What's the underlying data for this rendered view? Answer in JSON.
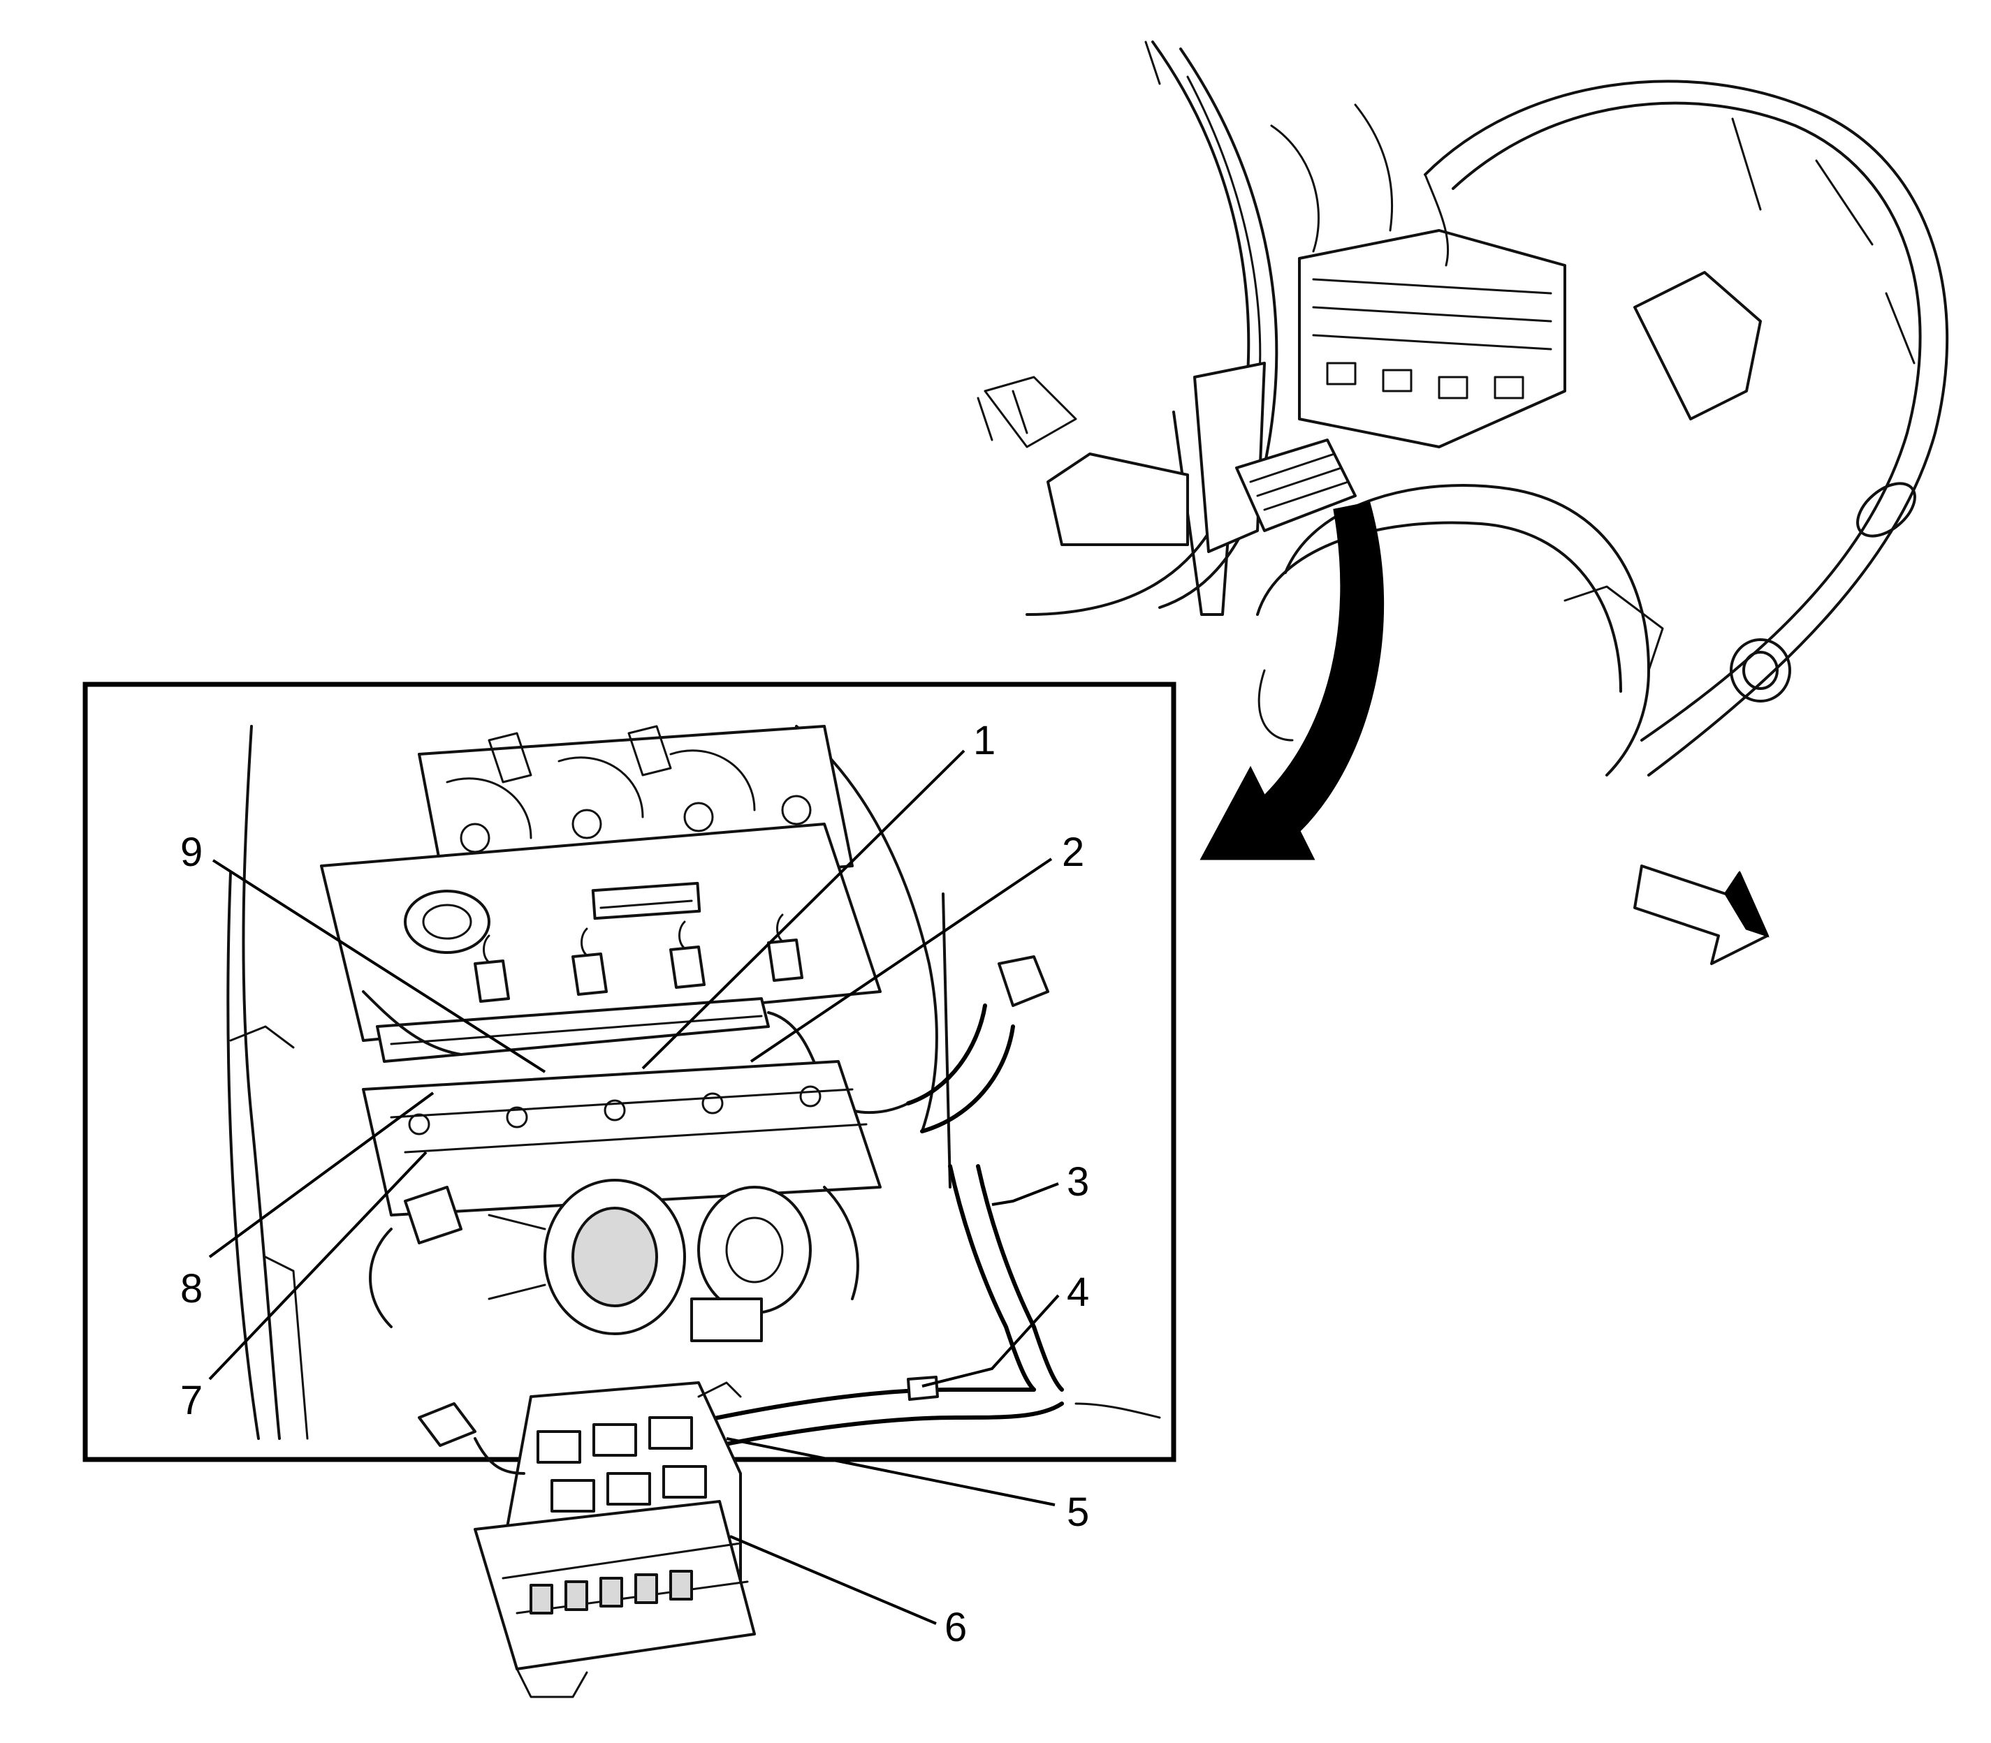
{
  "callouts": [
    {
      "id": "1",
      "label": "1"
    },
    {
      "id": "2",
      "label": "2"
    },
    {
      "id": "3",
      "label": "3"
    },
    {
      "id": "4",
      "label": "4"
    },
    {
      "id": "5",
      "label": "5"
    },
    {
      "id": "6",
      "label": "6"
    },
    {
      "id": "7",
      "label": "7"
    },
    {
      "id": "8",
      "label": "8"
    },
    {
      "id": "9",
      "label": "9"
    }
  ],
  "colors": {
    "line": "#111111",
    "background": "#ffffff",
    "shade": "#d9d9d9"
  },
  "icons": [
    "curved-arrow-icon",
    "vehicle-front-direction-arrow-icon"
  ]
}
